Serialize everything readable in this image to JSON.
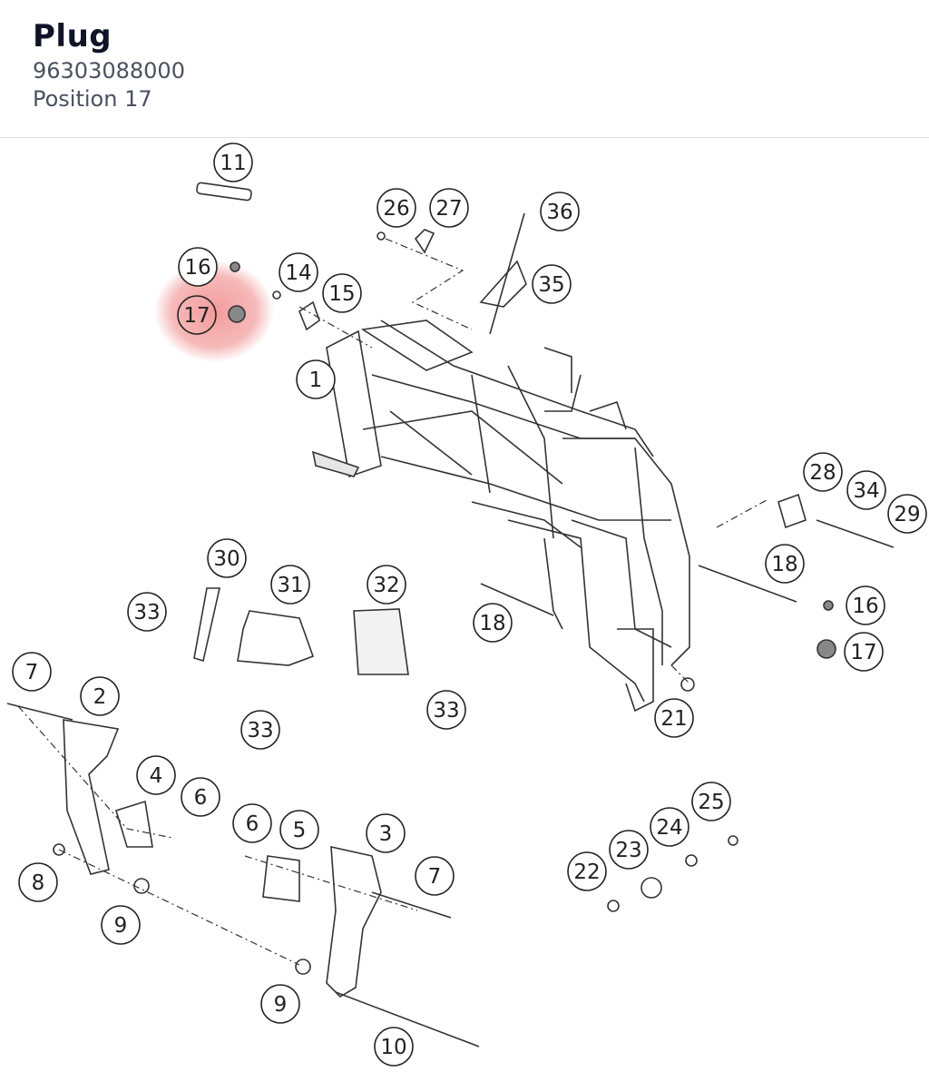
{
  "header": {
    "title": "Plug",
    "part_number": "96303088000",
    "position_label": "Position 17"
  },
  "diagram": {
    "highlight_color": "#f08a8a",
    "line_color": "#333333",
    "callouts": [
      {
        "id": "c11",
        "label": "11"
      },
      {
        "id": "c26",
        "label": "26"
      },
      {
        "id": "c27",
        "label": "27"
      },
      {
        "id": "c36",
        "label": "36"
      },
      {
        "id": "c16a",
        "label": "16"
      },
      {
        "id": "c14",
        "label": "14"
      },
      {
        "id": "c15",
        "label": "15"
      },
      {
        "id": "c35",
        "label": "35"
      },
      {
        "id": "c17a",
        "label": "17",
        "highlight": true
      },
      {
        "id": "c1",
        "label": "1"
      },
      {
        "id": "c28",
        "label": "28"
      },
      {
        "id": "c34",
        "label": "34"
      },
      {
        "id": "c29",
        "label": "29"
      },
      {
        "id": "c30",
        "label": "30"
      },
      {
        "id": "c18a",
        "label": "18"
      },
      {
        "id": "c31",
        "label": "31"
      },
      {
        "id": "c32",
        "label": "32"
      },
      {
        "id": "c16b",
        "label": "16"
      },
      {
        "id": "c33a",
        "label": "33"
      },
      {
        "id": "c18b",
        "label": "18"
      },
      {
        "id": "c17b",
        "label": "17"
      },
      {
        "id": "c7a",
        "label": "7"
      },
      {
        "id": "c2",
        "label": "2"
      },
      {
        "id": "c33b",
        "label": "33"
      },
      {
        "id": "c21",
        "label": "21"
      },
      {
        "id": "c33c",
        "label": "33"
      },
      {
        "id": "c4",
        "label": "4"
      },
      {
        "id": "c6a",
        "label": "6"
      },
      {
        "id": "c25",
        "label": "25"
      },
      {
        "id": "c24",
        "label": "24"
      },
      {
        "id": "c6b",
        "label": "6"
      },
      {
        "id": "c5",
        "label": "5"
      },
      {
        "id": "c3",
        "label": "3"
      },
      {
        "id": "c23",
        "label": "23"
      },
      {
        "id": "c22",
        "label": "22"
      },
      {
        "id": "c7b",
        "label": "7"
      },
      {
        "id": "c8",
        "label": "8"
      },
      {
        "id": "c9a",
        "label": "9"
      },
      {
        "id": "c9b",
        "label": "9"
      },
      {
        "id": "c10",
        "label": "10"
      }
    ]
  }
}
